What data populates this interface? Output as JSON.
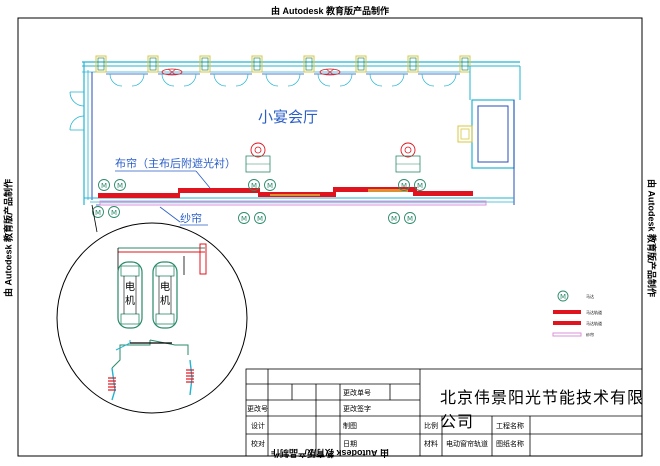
{
  "watermark": "由 Autodesk 教育版产品制作",
  "labels": {
    "room": "小宴会厅",
    "cloth_curtain": "布帘（主布后附遮光衬）",
    "sheer_curtain": "纱帘",
    "motor": "M",
    "motor_zoom": "电机"
  },
  "legend": [
    {
      "text": "马达",
      "color": "#2a8a6a"
    },
    {
      "text": "马达轨道",
      "color": "#e0141e"
    },
    {
      "text": "马达轨道",
      "color": "#e0141e"
    },
    {
      "text": "纱帘",
      "color": "#c878c8"
    }
  ],
  "title_block": {
    "company": "北京伟景阳光节能技术有限公司",
    "rows": [
      {
        "c1": "",
        "c2": "",
        "c3": "更改单号",
        "c4": ""
      },
      {
        "c1": "更改号",
        "c2": "",
        "c3": "更改签字",
        "c4": ""
      },
      {
        "c1": "设计",
        "c2": "",
        "c3": "制图",
        "c4": "",
        "c5": "比例",
        "c6": "",
        "c7": "工程名称",
        "c8": ""
      },
      {
        "c1": "校对",
        "c2": "",
        "c3": "日期",
        "c4": "",
        "c5": "材料",
        "c6": "电动窗帘轨道",
        "c7": "图纸名称",
        "c8": ""
      }
    ]
  },
  "colors": {
    "wall_cyan": "#22b4d2",
    "wall_blue": "#2a4fb8",
    "curtain_red": "#e0141e",
    "sheer_magenta": "#d890d8",
    "motor_green": "#2a8a6a",
    "text_blue": "#2a5ec8",
    "yellow": "#d8c83c"
  }
}
